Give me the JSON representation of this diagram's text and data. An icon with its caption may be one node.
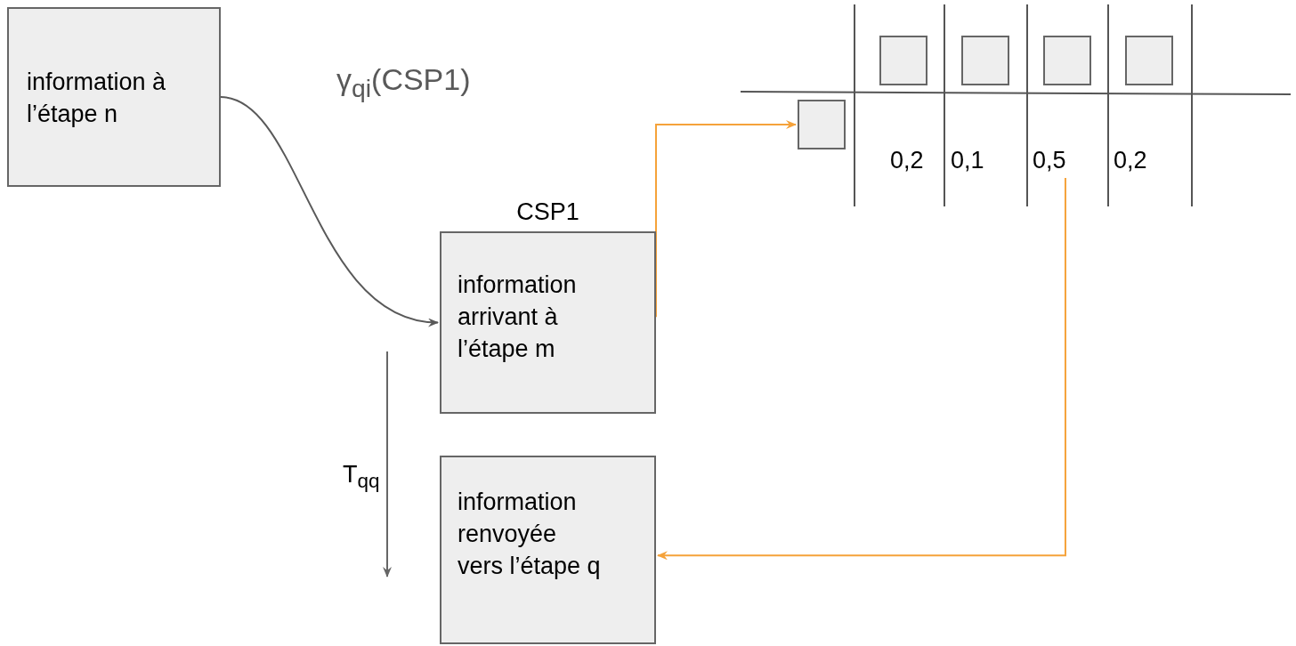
{
  "diagram": {
    "nodes": [
      {
        "text": [
          "information à l’étape n"
        ]
      },
      {
        "text": [
          "CSP1",
          "information arrivant à l’étape m"
        ]
      },
      {
        "text": [
          "information renvoyée vers l’étape q"
        ]
      },
      {
        "text": [],
        "shape": "box"
      },
      {
        "text": [],
        "shape": "box"
      },
      {
        "text": [],
        "shape": "box"
      },
      {
        "text": [],
        "shape": "box"
      },
      {
        "text": [],
        "shape": "box"
      },
      {
        "text": [
          "0,5"
        ]
      }
    ],
    "edges": [
      {
        "from": 0,
        "to": 1,
        "arrow": "to",
        "label": "γ$_{qi}$(CSP1)",
        "color": "#595959"
      },
      {
        "from": 1,
        "to": 7,
        "arrow": "to"
      },
      {
        "from": 8,
        "to": 2,
        "arrow": "to"
      }
    ],
    "labels": [
      "0,2",
      "0,1",
      "0,2",
      "T$_{qq}$"
    ]
  }
}
